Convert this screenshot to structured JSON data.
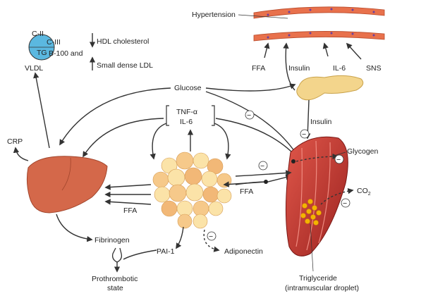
{
  "vldl": {
    "apo_c2": "C-II",
    "apo_c3": "C-III",
    "tg": "TG",
    "apo_b100": "B-100 and",
    "name": "VLDL"
  },
  "lipids": {
    "hdl": "HDL cholesterol",
    "ldl": "Small dense LDL"
  },
  "vessel": {
    "hypertension": "Hypertension",
    "ffa": "FFA",
    "insulin": "Insulin",
    "il6": "IL-6",
    "sns": "SNS"
  },
  "center": {
    "glucose": "Glucose",
    "tnf": "TNF-α",
    "il6": "IL-6",
    "crp": "CRP"
  },
  "pancreas": {
    "insulin": "Insulin"
  },
  "muscle": {
    "glycogen": "Glycogen",
    "ffa": "FFA",
    "co2": "CO",
    "co2_sub": "2",
    "triglyceride": "Triglyceride",
    "droplet": "(intramuscular droplet)"
  },
  "liver": {
    "ffa": "FFA",
    "fibrinogen": "Fibrinogen",
    "pai1": "PAI-1",
    "adiponectin": "Adiponectin",
    "prothrombotic": "Prothrombotic",
    "state": "state"
  },
  "symbols": {
    "minus": "−"
  },
  "colors": {
    "vldl_fill": "#5bb8e0",
    "vessel": "#e8714c",
    "pancreas": "#f3d58c",
    "adipose": "#f6c98a",
    "muscle": "#c9342c",
    "liver": "#d4684a",
    "droplet": "#f4b400"
  }
}
